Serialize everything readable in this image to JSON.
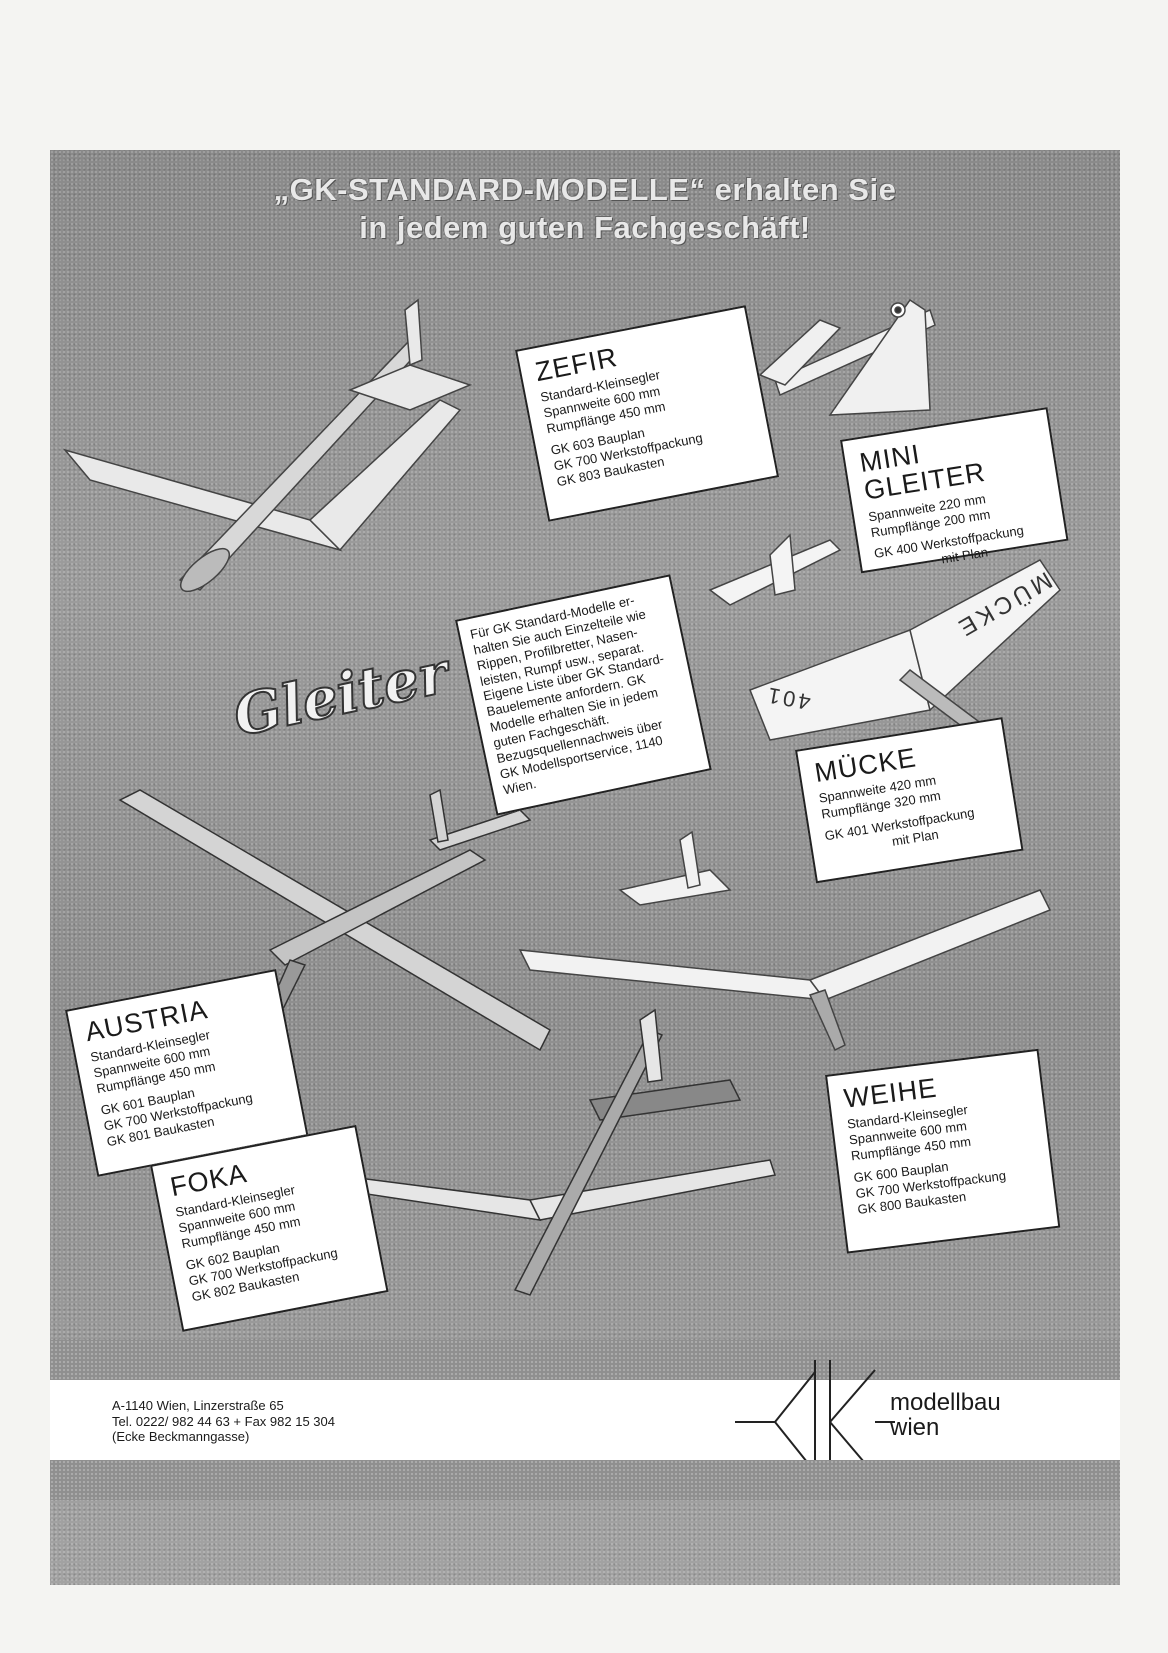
{
  "headline": {
    "line1": "„GK-STANDARD-MODELLE“ erhalten Sie",
    "line2": "in jedem guten Fachgeschäft!"
  },
  "brand_script": "Gleiter",
  "cards": {
    "zefir": {
      "name": "ZEFIR",
      "subtitle": "Standard-Kleinsegler",
      "spannweite": "Spannweite 600 mm",
      "rumpf": "Rumpflänge 450 mm",
      "items": [
        "GK 603 Bauplan",
        "GK 700 Werkstoffpackung",
        "GK 803 Baukasten"
      ]
    },
    "mini_gleiter": {
      "name": "MINI GLEITER",
      "spannweite": "Spannweite 220 mm",
      "rumpf": "Rumpflänge 200 mm",
      "item": "GK 400 Werkstoffpackung",
      "item_extra": "mit Plan"
    },
    "info": {
      "lines": [
        "Für GK Standard-Modelle er-",
        "halten Sie auch Einzelteile wie",
        "Rippen, Profilbretter, Nasen-",
        "leisten, Rumpf usw., separat.",
        "Eigene Liste über GK Standard-",
        "Bauelemente anfordern. GK",
        "Modelle erhalten Sie in jedem",
        "guten Fachgeschäft.",
        "Bezugsquellennachweis über",
        "GK Modellsportservice, 1140",
        "Wien."
      ]
    },
    "muecke": {
      "name": "MÜCKE",
      "spannweite": "Spannweite 420 mm",
      "rumpf": "Rumpflänge 320 mm",
      "item": "GK 401 Werkstoffpackung",
      "item_extra": "mit Plan"
    },
    "austria": {
      "name": "AUSTRIA",
      "subtitle": "Standard-Kleinsegler",
      "spannweite": "Spannweite 600 mm",
      "rumpf": "Rumpflänge 450 mm",
      "items": [
        "GK 601 Bauplan",
        "GK 700 Werkstoffpackung",
        "GK 801 Baukasten"
      ]
    },
    "weihe": {
      "name": "WEIHE",
      "subtitle": "Standard-Kleinsegler",
      "spannweite": "Spannweite 600 mm",
      "rumpf": "Rumpflänge 450 mm",
      "items": [
        "GK 600 Bauplan",
        "GK 700 Werkstoffpackung",
        "GK 800 Baukasten"
      ]
    },
    "foka": {
      "name": "FOKA",
      "subtitle": "Standard-Kleinsegler",
      "spannweite": "Spannweite 600 mm",
      "rumpf": "Rumpflänge 450 mm",
      "items": [
        "GK 602 Bauplan",
        "GK 700 Werkstoffpackung",
        "GK 802 Baukasten"
      ]
    }
  },
  "plane_markings": {
    "muecke_wing": "MÜCKE",
    "muecke_tail": "401"
  },
  "footer": {
    "address_line1": "A-1140 Wien, Linzerstraße 65",
    "address_line2": "Tel. 0222/ 982 44 63 + Fax 982 15 304",
    "address_line3": "(Ecke Beckmanngasse)",
    "logo_line1": "modellbau",
    "logo_line2": "wien"
  }
}
